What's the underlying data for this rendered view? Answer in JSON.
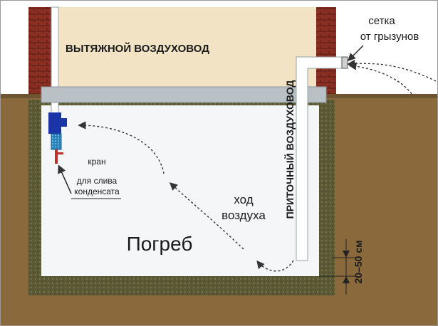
{
  "labels": {
    "exhaust_duct": "ВЫТЯЖНОЙ ВОЗДУХОВОД",
    "rodent_mesh_line1": "сетка",
    "rodent_mesh_line2": "от грызунов",
    "supply_duct": "ПРИТОЧНЫЙ ВОЗДУХОВОД",
    "tap_line1": "кран",
    "tap_line2": "для слива",
    "tap_line3": "конденсата",
    "airflow_line1": "ход",
    "airflow_line2": "воздуха",
    "cellar": "Погреб",
    "clearance": "20–50 см"
  },
  "colors": {
    "soil": "#8a6a3c",
    "soil_dark": "#6e5430",
    "gravel": "#5b5a35",
    "cellar_interior": "#f4f6f8",
    "brick": "#8b2f22",
    "wall_beige": "#f1e3c4",
    "slab": "#b9c1c6",
    "duct": "#ffffff",
    "valve_blue": "#1b35a8",
    "sky": "#ffffff"
  }
}
